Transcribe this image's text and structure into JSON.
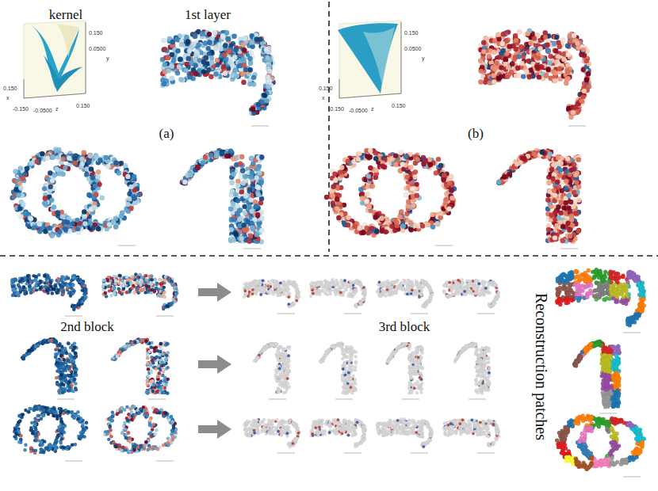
{
  "diagram": {
    "labels": [
      "kernel",
      "1st layer",
      "(a)",
      "(b)",
      "2nd block",
      "3rd block",
      "Reconstruction patches",
      "0.150",
      "0.0500",
      "y",
      "0.150",
      "x",
      "-0.150",
      "-0.0500",
      "z",
      "0.150",
      "0.150",
      "0.0500",
      "y",
      "0.150",
      "x",
      "-0.150",
      "-0.0500",
      "z",
      "0.150"
    ]
  }
}
